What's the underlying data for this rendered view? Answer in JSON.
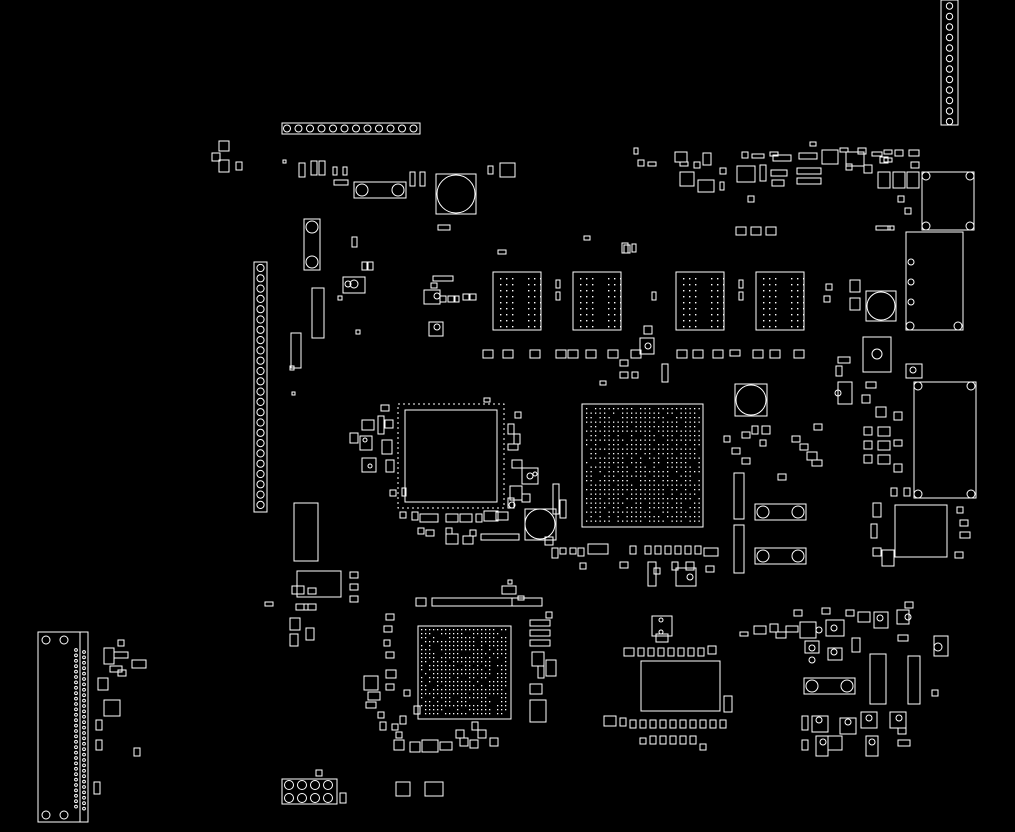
{
  "title": "",
  "colors": {
    "background": "#000000",
    "outline": "#ffffff"
  },
  "connectors": [
    {
      "name": "header-top-horizontal",
      "pins": 12
    },
    {
      "name": "header-left-vertical",
      "pins": 24
    },
    {
      "name": "header-top-right-vertical",
      "pins": 12
    },
    {
      "name": "connector-bottom-left",
      "pins": 60
    }
  ],
  "memory_chips": 4,
  "bga_packages": 2,
  "qfp_packages": 1
}
